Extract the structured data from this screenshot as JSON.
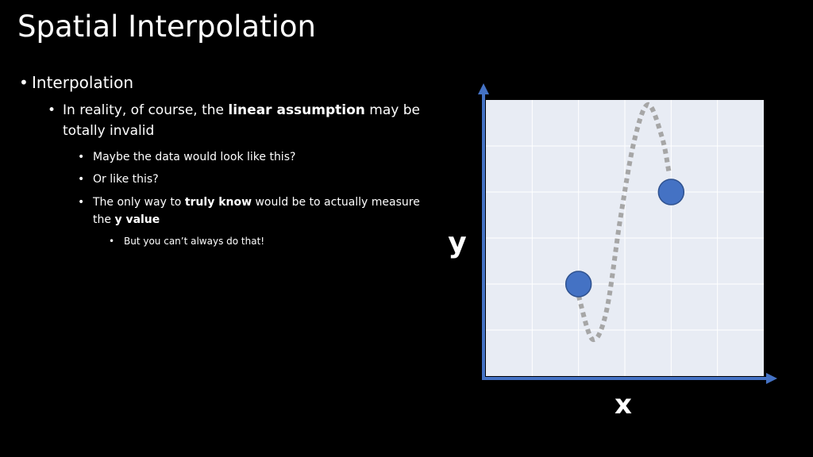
{
  "slide": {
    "title": "Spatial Interpolation",
    "bullets": {
      "level1": "Interpolation",
      "level2_prefix": "In reality, of course, the ",
      "level2_bold": "linear assumption",
      "level2_suffix": " may be totally invalid",
      "level3_a": "Maybe the data would look like this?",
      "level3_b": "Or like this?",
      "level3_c_prefix": "The only way to ",
      "level3_c_bold": "truly know",
      "level3_c_middle": " would be to actually measure the  ",
      "level3_c_bold2": "y value",
      "level4": "But you can’t always do that!"
    },
    "bullet_symbol": "•"
  },
  "chart_data": {
    "type": "scatter",
    "title": "",
    "xlabel": "x",
    "ylabel": "y",
    "xlim": [
      0,
      6
    ],
    "ylim": [
      0,
      6
    ],
    "grid": true,
    "points": [
      {
        "x": 2.0,
        "y": 2.0
      },
      {
        "x": 4.0,
        "y": 4.0
      }
    ],
    "curve": [
      {
        "x": 2.0,
        "y": 1.75
      },
      {
        "x": 2.3,
        "y": 0.8
      },
      {
        "x": 2.6,
        "y": 1.4
      },
      {
        "x": 2.9,
        "y": 3.4
      },
      {
        "x": 3.2,
        "y": 5.1
      },
      {
        "x": 3.5,
        "y": 5.9
      },
      {
        "x": 3.8,
        "y": 5.2
      },
      {
        "x": 3.95,
        "y": 4.45
      }
    ],
    "colors": {
      "axis": "#4472c4",
      "plot_bg": "#e8ecf4",
      "grid": "#ffffff",
      "point": "#4472c4",
      "point_edge": "#2f528f",
      "curve": "#a6a6a6"
    }
  }
}
